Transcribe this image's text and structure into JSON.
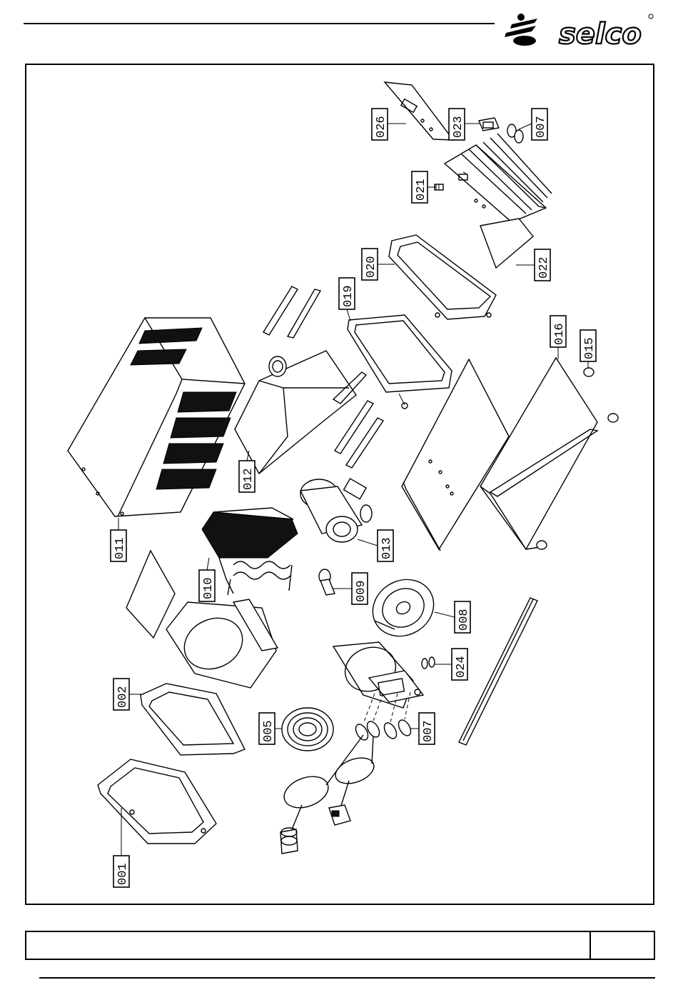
{
  "brand": {
    "name": "selco"
  },
  "parts": [
    {
      "code": "026"
    },
    {
      "code": "023"
    },
    {
      "code": "007"
    },
    {
      "code": "021"
    },
    {
      "code": "020"
    },
    {
      "code": "022"
    },
    {
      "code": "019"
    },
    {
      "code": "016"
    },
    {
      "code": "015"
    },
    {
      "code": "012"
    },
    {
      "code": "011"
    },
    {
      "code": "010"
    },
    {
      "code": "013"
    },
    {
      "code": "009"
    },
    {
      "code": "008"
    },
    {
      "code": "002"
    },
    {
      "code": "005"
    },
    {
      "code": "024"
    },
    {
      "code": "007"
    },
    {
      "code": "001"
    }
  ]
}
